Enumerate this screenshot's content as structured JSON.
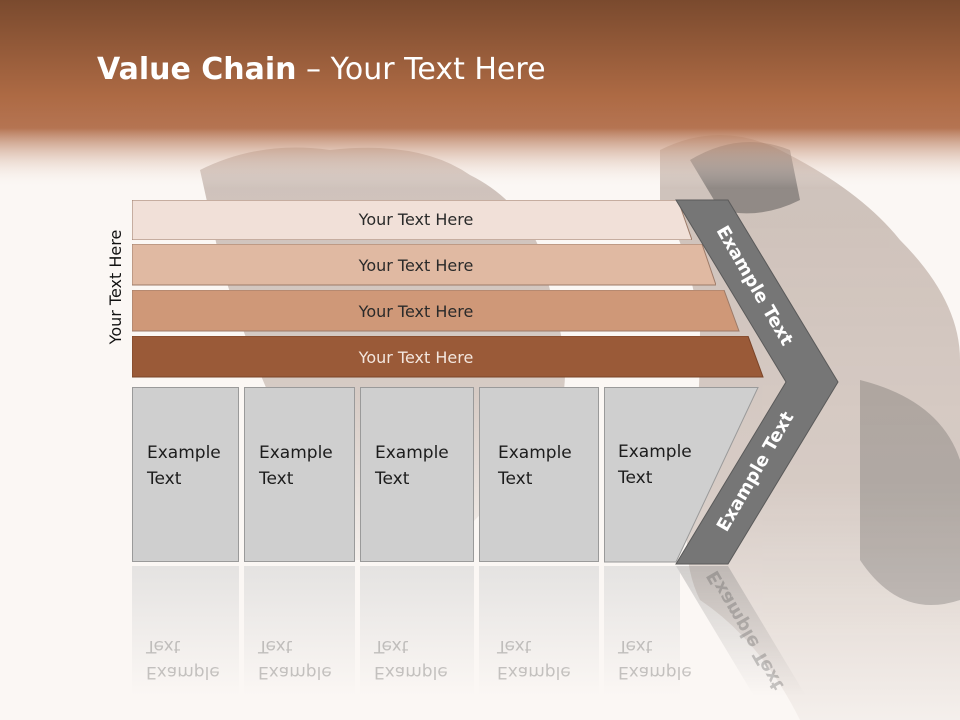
{
  "title": {
    "bold": "Value Chain",
    "rest": " – Your Text Here"
  },
  "side_label": "Your Text Here",
  "layers": [
    {
      "label": "Your Text Here",
      "color": "#f1e0d8"
    },
    {
      "label": "Your Text Here",
      "color": "#e0b9a2"
    },
    {
      "label": "Your Text Here",
      "color": "#cf9878"
    },
    {
      "label": "Your Text Here",
      "color": "#9a5a38"
    }
  ],
  "boxes": [
    {
      "line1": "Example",
      "line2": "Text"
    },
    {
      "line1": "Example",
      "line2": "Text"
    },
    {
      "line1": "Example",
      "line2": "Text"
    },
    {
      "line1": "Example",
      "line2": "Text"
    },
    {
      "line1": "Example",
      "line2": "Text"
    }
  ],
  "chevron": {
    "upper": "Example Text",
    "lower": "Example Text",
    "color": "#767676"
  },
  "colors": {
    "banner_top": "#7a4a2e",
    "banner_bottom": "#b0704a",
    "accent": "#a0603c"
  }
}
